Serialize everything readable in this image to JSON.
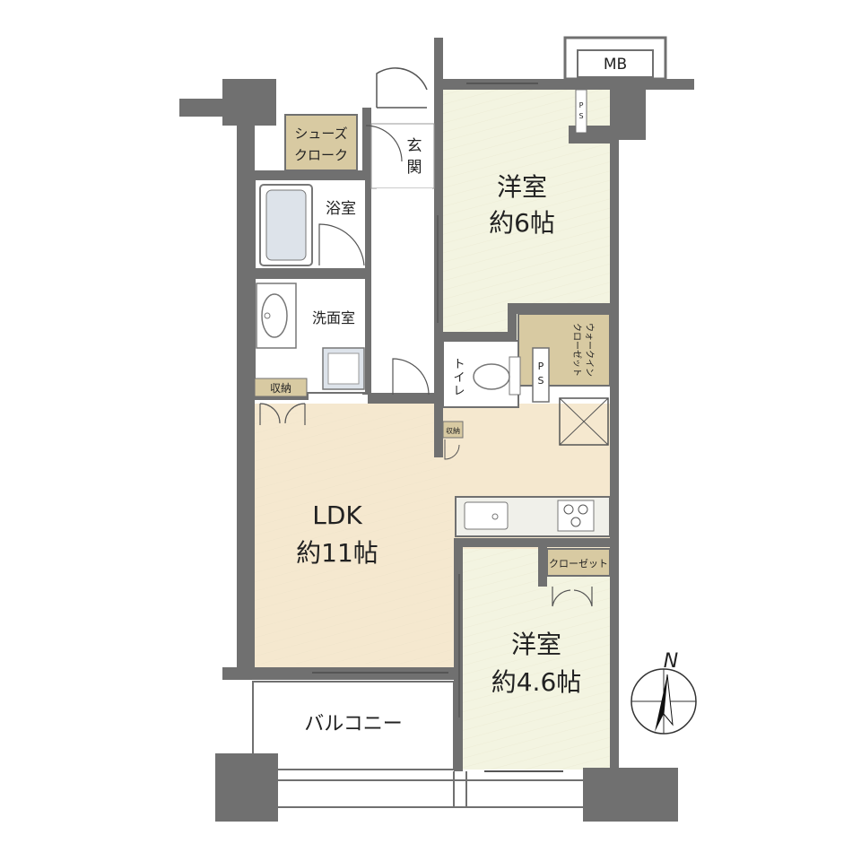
{
  "rooms": {
    "western1": {
      "name": "洋室",
      "size": "約6帖"
    },
    "western2": {
      "name": "洋室",
      "size": "約4.6帖"
    },
    "ldk": {
      "name": "LDK",
      "size": "約11帖"
    },
    "balcony": {
      "name": "バルコニー"
    },
    "entrance": {
      "name_line1": "玄",
      "name_line2": "関"
    },
    "shoes_closet": {
      "line1": "シューズ",
      "line2": "クローク"
    },
    "bath": {
      "name": "浴室"
    },
    "washroom": {
      "name": "洗面室"
    },
    "toilet": {
      "name_line1": "ト",
      "name_line2": "イ",
      "name_line3": "レ"
    },
    "walkin": {
      "line1": "ウォークイン",
      "line2": "クローゼット"
    },
    "closet": {
      "name": "クローゼット"
    },
    "storage1": {
      "name": "収納"
    },
    "storage2": {
      "name": "収納"
    },
    "ps1": {
      "line1": "P",
      "line2": "S"
    },
    "ps2": {
      "line1": "P",
      "line2": "S"
    },
    "mb": {
      "name": "MB"
    }
  },
  "compass": {
    "label": "N"
  },
  "colors": {
    "wall": "#707070",
    "bedroom_floor": "#f3f4e1",
    "ldk_floor": "#f5e8cf",
    "closet": "#d8caa2",
    "wet_area": "#ffffff",
    "fixture": "#dde3ea"
  }
}
